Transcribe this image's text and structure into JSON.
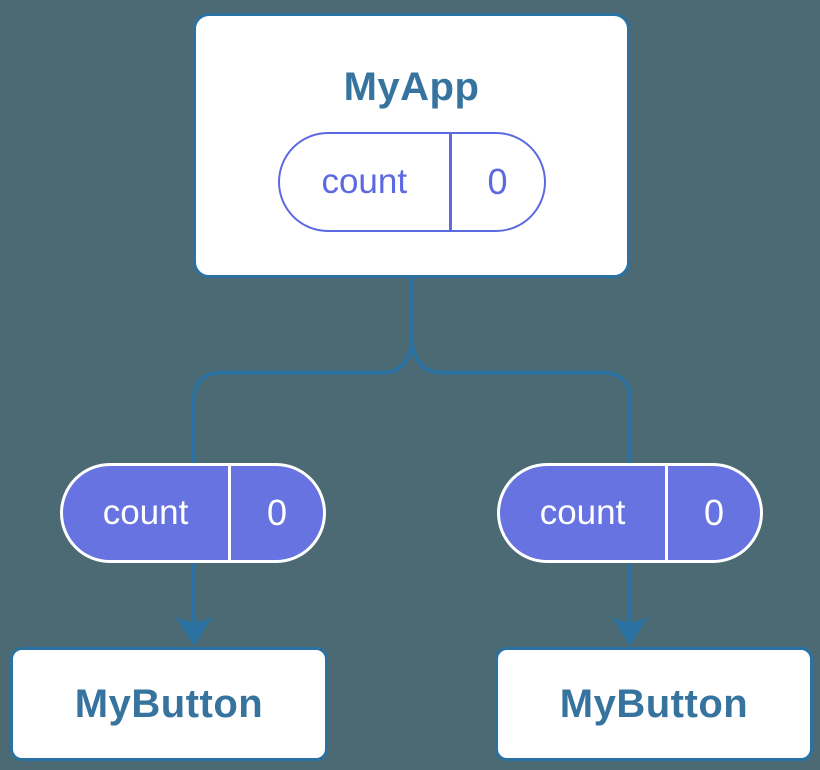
{
  "colors": {
    "background": "#4C6A73",
    "line_blue": "#2B71A1",
    "label_blue": "#36739E",
    "state_purple": "#5C6AE2",
    "prop_fill_purple": "#6673E1",
    "node_fill": "#FFFFFF"
  },
  "tree": {
    "parent": {
      "label": "MyApp",
      "state_pill": {
        "key": "count",
        "value": "0"
      }
    },
    "children": [
      {
        "label": "MyButton",
        "prop_pill": {
          "key": "count",
          "value": "0"
        }
      },
      {
        "label": "MyButton",
        "prop_pill": {
          "key": "count",
          "value": "0"
        }
      }
    ]
  }
}
